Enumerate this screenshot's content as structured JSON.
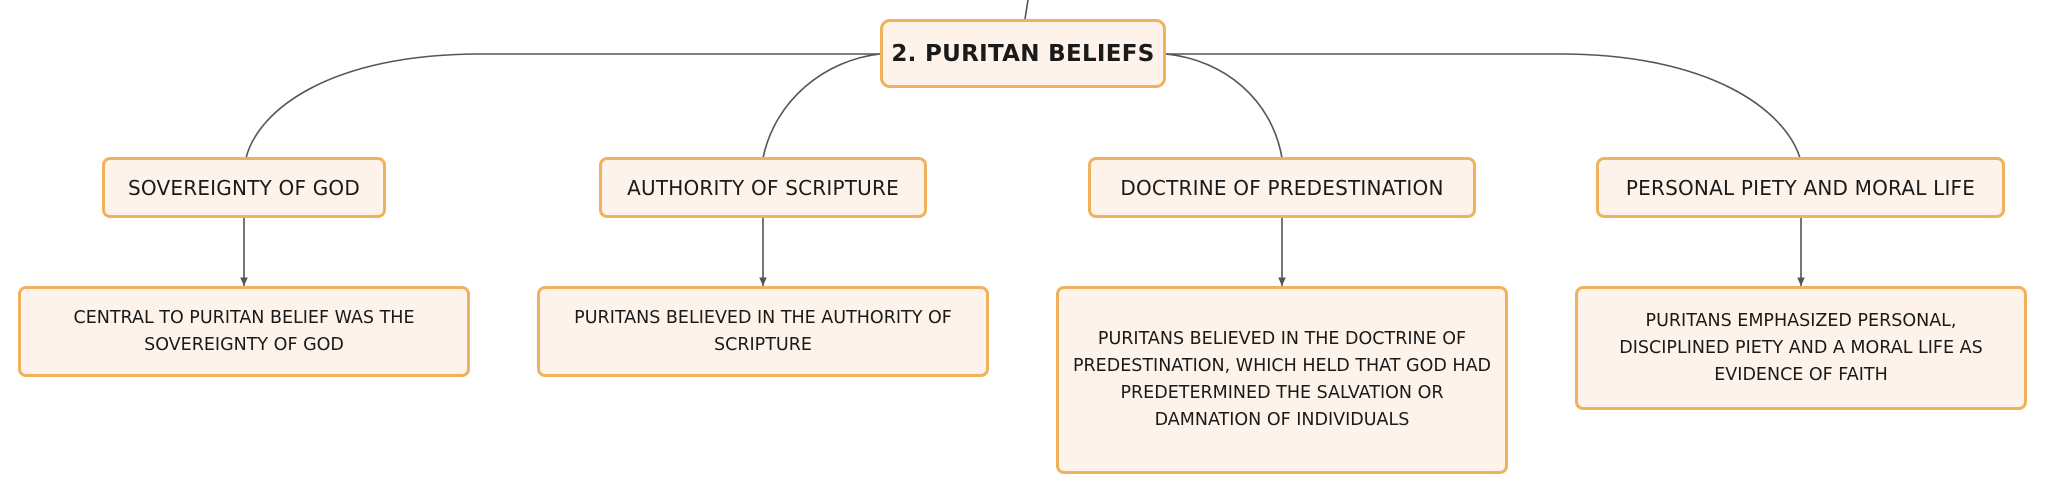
{
  "root": {
    "label": "2. PURITAN BELIEFS"
  },
  "branches": [
    {
      "topic": "SOVEREIGNTY OF GOD",
      "detail": "CENTRAL TO PURITAN BELIEF WAS THE SOVEREIGNTY OF GOD"
    },
    {
      "topic": "AUTHORITY OF SCRIPTURE",
      "detail": "PURITANS BELIEVED IN THE AUTHORITY OF SCRIPTURE"
    },
    {
      "topic": "DOCTRINE OF PREDESTINATION",
      "detail": "PURITANS BELIEVED IN THE DOCTRINE OF PREDESTINATION, WHICH HELD THAT GOD HAD PREDETERMINED THE SALVATION OR DAMNATION OF INDIVIDUALS"
    },
    {
      "topic": "PERSONAL PIETY AND MORAL LIFE",
      "detail": "PURITANS EMPHASIZED PERSONAL, DISCIPLINED PIETY AND A MORAL LIFE AS EVIDENCE OF FAITH"
    }
  ],
  "colors": {
    "node_fill": "#fdf3ea",
    "node_border": "#f0b25e",
    "connector": "#555555",
    "text": "#1a1a1a"
  }
}
